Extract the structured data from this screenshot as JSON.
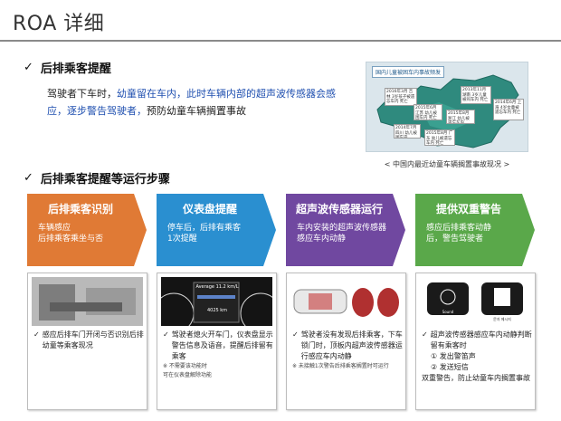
{
  "title": "ROA 详细",
  "section1": {
    "heading": "后排乘客提醒",
    "desc_part1": "驾驶者下车时，",
    "desc_hl1": "幼童留在车内，此时车辆内部的超声波传感器会感应，逐步警告驾驶者，",
    "desc_part2": "预防幼童车辆搁置事故"
  },
  "map": {
    "tag": "国内儿童被困车内事故频发",
    "caption": "< 中国内最近幼童车辆搁置事故现况 >",
    "notes": [
      "2016年3月 吉林 3岁孩子被遗忘车内 死亡",
      "2013年11月 湖南 3岁儿童被闷车内 死亡",
      "2014年6月 上海 4岁女童被遗忘车内 死亡",
      "2015年6月 江苏 幼儿被困车内 死亡",
      "2015年8月 浙江 幼儿被遗忘车内",
      "2014年7月 四川 幼儿被困车内",
      "2015年8月 广东 幼儿被遗忘车内 死亡"
    ]
  },
  "section2": {
    "heading": "后排乘客提醒等运行步骤"
  },
  "steps": [
    {
      "title": "后排乘客识别",
      "desc": "车辆感应\n后排乘客乘坐与否",
      "color": "#e07a35"
    },
    {
      "title": "仪表盘提醒",
      "desc": "停车后，后排有乘客\n1次提醒",
      "color": "#2a8fd0"
    },
    {
      "title": "超声波传感器运行",
      "desc": "车内安装的超声波传感器\n感应车内动静",
      "color": "#7048a0"
    },
    {
      "title": "提供双重警告",
      "desc": "感应后排乘客动静\n后，警告驾驶者",
      "color": "#5aa84a"
    }
  ],
  "panels": [
    {
      "bullet": "感应后排车门开闭与否识别后排幼童等乘客现况"
    },
    {
      "bullet": "驾驶者熄火开车门，仪表盘显示警告信息及语音，提醒后排留有乘客",
      "note": "※ 不需要该功能时\n可在仪表盘解除功能",
      "cluster_text": "Average 11.2 km/L",
      "cluster_sub": "4025 km"
    },
    {
      "bullet": "驾驶者没有发现后排乘客，下车锁门时，顶板内超声波传感器运行感应车内动静",
      "note": "※ 未接触1次警告后排乘客搁置时可运行"
    },
    {
      "bullet": "超声波传感器感应车内动静判断留有乘客时",
      "items": [
        "① 发出警笛声",
        "② 发送短信"
      ],
      "tail": "双重警告，防止幼童车内搁置事故",
      "icon_label1": "Sound",
      "icon_label2": "문자 메시지"
    }
  ]
}
